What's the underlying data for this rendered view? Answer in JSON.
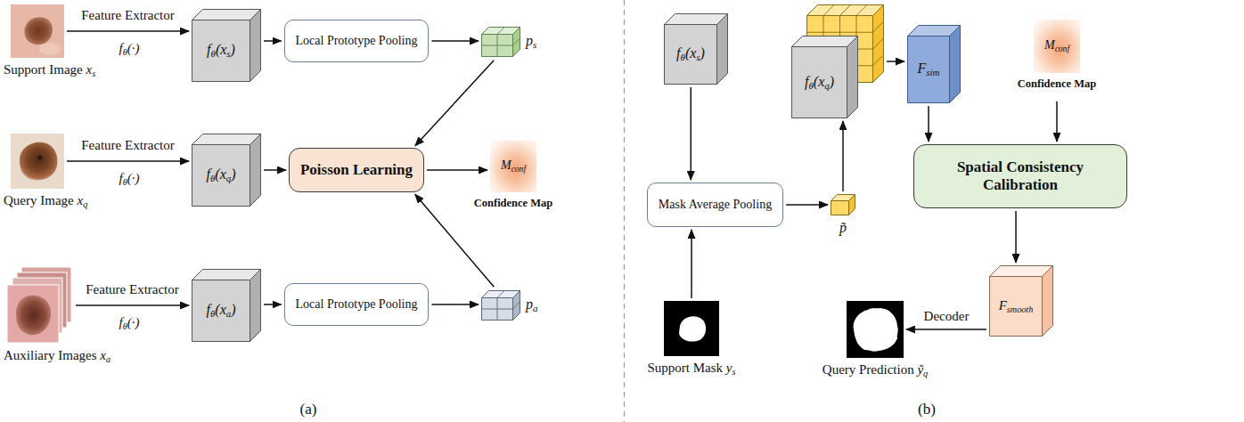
{
  "diagram": {
    "nodes": [
      {
        "text": [
          "Support Image xs"
        ]
      },
      {
        "text": [
          "fθ(xs)"
        ]
      },
      {
        "text": [
          "Local Prototype Pooling"
        ]
      },
      {
        "text": [
          "ps"
        ]
      },
      {
        "text": [
          "Query Image xq"
        ]
      },
      {
        "text": [
          "fθ(xq)"
        ]
      },
      {
        "text": [
          "Poisson Learning"
        ]
      },
      {
        "text": [
          "Mconf",
          "Confidence Map"
        ]
      },
      {
        "text": [
          "Auxiliary Images xa"
        ]
      },
      {
        "text": [
          "fθ(xa)"
        ]
      },
      {
        "text": [
          "Local Prototype Pooling"
        ]
      },
      {
        "text": [
          "pa"
        ]
      },
      {
        "text": [
          "fθ(xs)"
        ]
      },
      {
        "text": [
          "fθ(xq)"
        ]
      },
      {
        "text": [
          "Fsim"
        ]
      },
      {
        "text": [
          "Mconf",
          "Confidence Map"
        ]
      },
      {
        "text": [
          "Mask Average Pooling"
        ]
      },
      {
        "text": [
          "p̃"
        ]
      },
      {
        "text": [
          "Spatial Consistency Calibration"
        ]
      },
      {
        "text": [
          "Support Mask ys"
        ]
      },
      {
        "text": [
          "Fsmooth"
        ]
      },
      {
        "text": [
          "Query Prediction ỹq"
        ]
      }
    ],
    "edges": [
      {
        "from": 0,
        "to": 1,
        "arrow": "to",
        "label": "Feature Extractor"
      },
      {
        "from": 1,
        "to": 2,
        "arrow": "to"
      },
      {
        "from": 2,
        "to": 3,
        "arrow": "to"
      },
      {
        "from": 4,
        "to": 5,
        "arrow": "to",
        "label": "Feature Extractor"
      },
      {
        "from": 5,
        "to": 6,
        "arrow": "to"
      },
      {
        "from": 3,
        "to": 6,
        "arrow": "to"
      },
      {
        "from": 6,
        "to": 7,
        "arrow": "to"
      },
      {
        "from": 8,
        "to": 9,
        "arrow": "to",
        "label": "Feature Extractor"
      },
      {
        "from": 9,
        "to": 10,
        "arrow": "to"
      },
      {
        "from": 10,
        "to": 11,
        "arrow": "to"
      },
      {
        "from": 11,
        "to": 6,
        "arrow": "to"
      },
      {
        "from": 12,
        "to": 16,
        "arrow": "to"
      },
      {
        "from": 19,
        "to": 16,
        "arrow": "to"
      },
      {
        "from": 16,
        "to": 17,
        "arrow": "to"
      },
      {
        "from": 17,
        "to": 13,
        "arrow": "to"
      },
      {
        "from": 13,
        "to": 14,
        "arrow": "to"
      },
      {
        "from": 14,
        "to": 18,
        "arrow": "to"
      },
      {
        "from": 15,
        "to": 18,
        "arrow": "to"
      },
      {
        "from": 18,
        "to": 20,
        "arrow": "to"
      },
      {
        "from": 20,
        "to": 21,
        "arrow": "to",
        "label": "Decoder"
      }
    ],
    "labels": [
      "fθ(·)",
      "fθ(·)",
      "fθ(·)",
      "(a)",
      "(b)"
    ]
  }
}
